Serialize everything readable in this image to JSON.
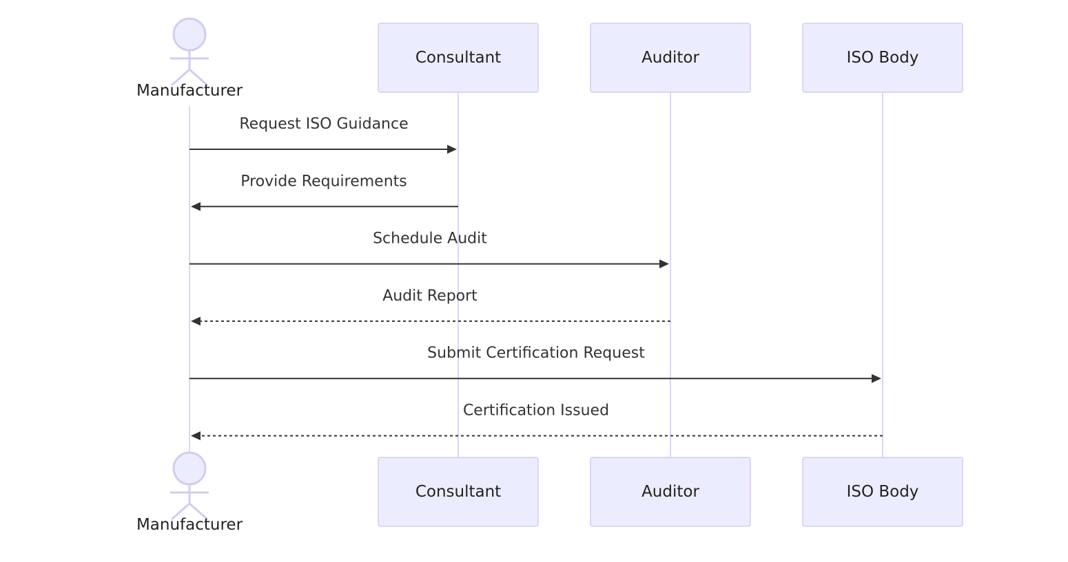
{
  "diagram": {
    "type": "sequence",
    "participants": [
      {
        "id": "manufacturer",
        "label": "Manufacturer",
        "kind": "actor"
      },
      {
        "id": "consultant",
        "label": "Consultant",
        "kind": "participant"
      },
      {
        "id": "auditor",
        "label": "Auditor",
        "kind": "participant"
      },
      {
        "id": "iso",
        "label": "ISO Body",
        "kind": "participant"
      }
    ],
    "messages": [
      {
        "from": "manufacturer",
        "to": "consultant",
        "label": "Request ISO Guidance",
        "style": "solid"
      },
      {
        "from": "consultant",
        "to": "manufacturer",
        "label": "Provide Requirements",
        "style": "solid"
      },
      {
        "from": "manufacturer",
        "to": "auditor",
        "label": "Schedule Audit",
        "style": "solid"
      },
      {
        "from": "auditor",
        "to": "manufacturer",
        "label": "Audit Report",
        "style": "dotted"
      },
      {
        "from": "manufacturer",
        "to": "iso",
        "label": "Submit Certification Request",
        "style": "solid"
      },
      {
        "from": "iso",
        "to": "manufacturer",
        "label": "Certification Issued",
        "style": "dotted"
      }
    ],
    "colors": {
      "box_fill": "#ececff",
      "box_stroke": "#d3ccf0",
      "lifeline": "#ddd6f0",
      "message": "#333333"
    }
  }
}
